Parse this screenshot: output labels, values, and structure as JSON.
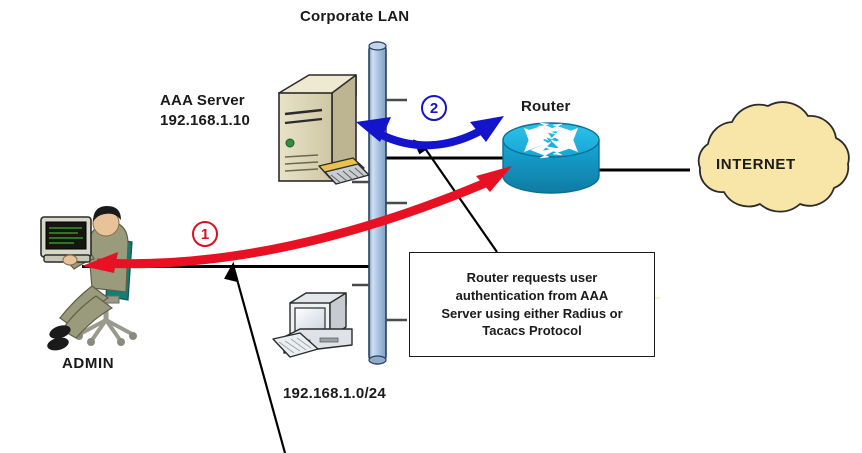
{
  "diagram": {
    "title": "Corporate LAN",
    "colors": {
      "red_flow": "#e81123",
      "blue_flow": "#1414cc",
      "router_body": "#17a8d8",
      "router_side": "#1184ae",
      "cloud_fill": "#f7e6a8",
      "cloud_stroke": "#2b2b2b",
      "lan_bar": "#a9c4e2",
      "link_line": "#000000",
      "server_case": "#ded7b8",
      "chair": "#0f8075",
      "shirt": "#9a9a7c"
    },
    "nodes": {
      "aaa_server": {
        "name": "AAA Server",
        "ip": "192.168.1.10",
        "icon": "server-icon"
      },
      "router": {
        "name": "Router",
        "icon": "router-icon"
      },
      "internet": {
        "name": "INTERNET",
        "icon": "cloud-icon"
      },
      "admin": {
        "name": "ADMIN",
        "icon": "admin-workstation-icon"
      },
      "workstation": {
        "icon": "desktop-pc-icon"
      },
      "lan": {
        "subnet": "192.168.1.0/24",
        "icon": "lan-backbone-icon"
      }
    },
    "steps": [
      {
        "number": "1",
        "color": "#d81021",
        "flow": "admin-to-router"
      },
      {
        "number": "2",
        "color": "#1414cc",
        "flow": "router-to-aaa-server"
      }
    ],
    "callout": {
      "lines": [
        "Router requests user",
        "authentication from AAA",
        "Server using either Radius or",
        "Tacacs Protocol"
      ]
    }
  }
}
